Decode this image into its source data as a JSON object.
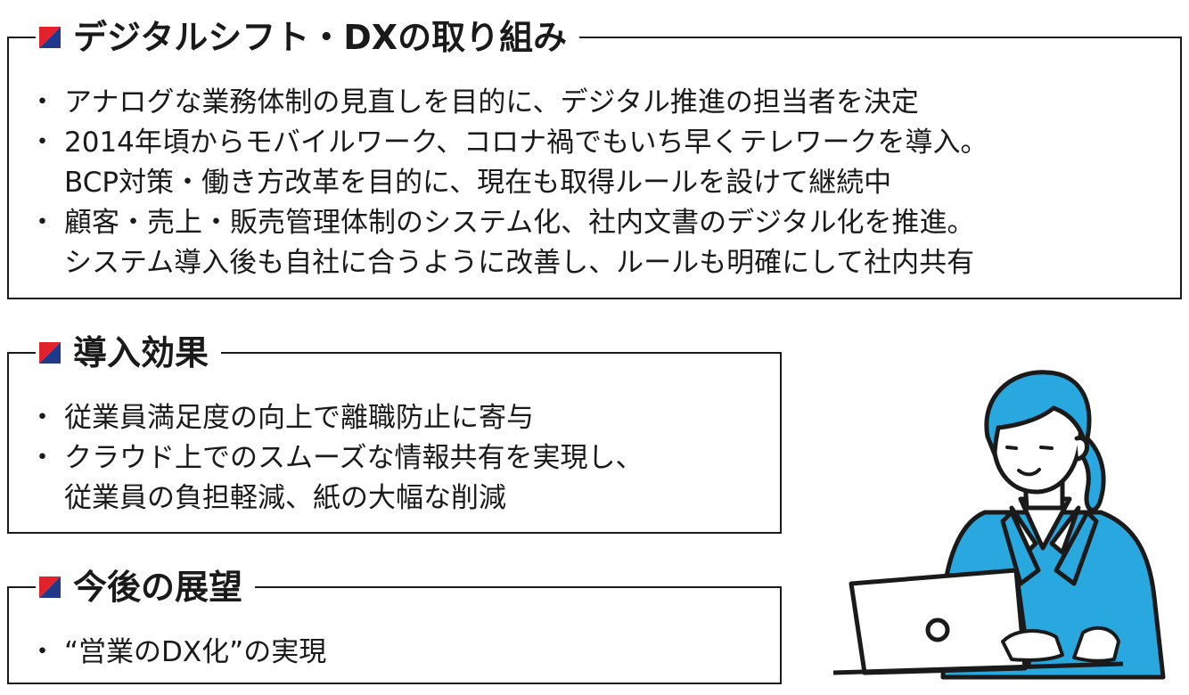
{
  "sections": [
    {
      "title": "デジタルシフト・DXの取り組み",
      "lines": [
        {
          "bullet": "・",
          "text": "アナログな業務体制の見直しを目的に、デジタル推進の担当者を決定"
        },
        {
          "bullet": "・",
          "text": "2014年頃からモバイルワーク、コロナ禍でもいち早くテレワークを導入。"
        },
        {
          "bullet": "",
          "text": "BCP対策・働き方改革を目的に、現在も取得ルールを設けて継続中"
        },
        {
          "bullet": "・",
          "text": " 顧客・売上・販売管理体制のシステム化、社内文書のデジタル化を推進。"
        },
        {
          "bullet": "",
          "text": "システム導入後も自社に合うように改善し、ルールも明確にして社内共有"
        }
      ]
    },
    {
      "title": "導入効果",
      "lines": [
        {
          "bullet": "・",
          "text": "従業員満足度の向上で離職防止に寄与"
        },
        {
          "bullet": "・",
          "text": "クラウド上でのスムーズな情報共有を実現し、"
        },
        {
          "bullet": "",
          "text": "従業員の負担軽減、紙の大幅な削減"
        }
      ]
    },
    {
      "title": "今後の展望",
      "lines": [
        {
          "bullet": "・",
          "text": "“営業のDX化”の実現"
        }
      ]
    }
  ],
  "colors": {
    "flag_red": "#e3212b",
    "flag_blue": "#1f3a8a",
    "jacket": "#29a8e0",
    "text": "#1a1a1a"
  },
  "icons": {
    "section_marker": "red-blue-diagonal-square",
    "illustration": "woman-working-on-laptop"
  }
}
